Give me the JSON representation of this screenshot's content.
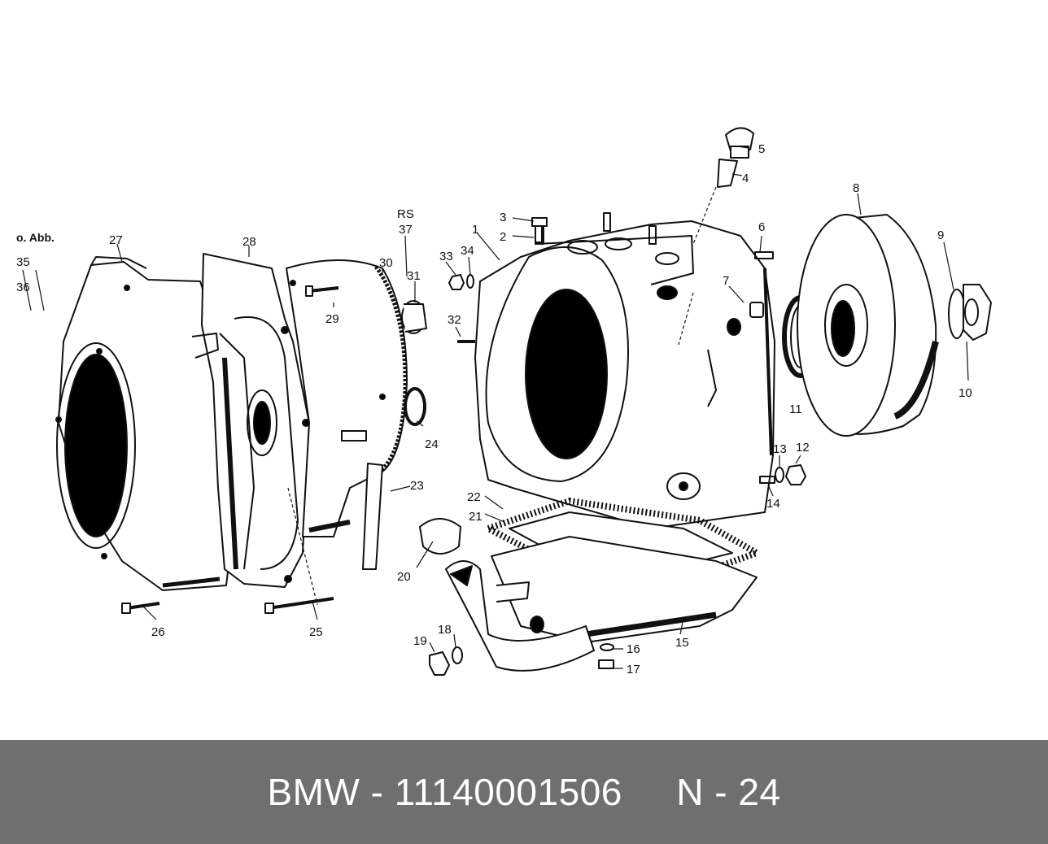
{
  "diagram": {
    "note": "o. Abb.",
    "rs_label": "RS",
    "callouts": [
      "1",
      "2",
      "3",
      "4",
      "5",
      "6",
      "7",
      "8",
      "9",
      "10",
      "11",
      "12",
      "13",
      "14",
      "15",
      "16",
      "17",
      "18",
      "19",
      "20",
      "21",
      "22",
      "23",
      "24",
      "25",
      "26",
      "27",
      "28",
      "29",
      "30",
      "31",
      "32",
      "33",
      "34",
      "35",
      "36",
      "37"
    ]
  },
  "footer": {
    "brand": "BMW",
    "separator": " - ",
    "part_number": "11140001506",
    "gap": "     ",
    "page": "N - 24"
  },
  "colors": {
    "footer_bg": "#6f6f6f",
    "footer_text": "#ffffff",
    "ink": "#111111"
  }
}
